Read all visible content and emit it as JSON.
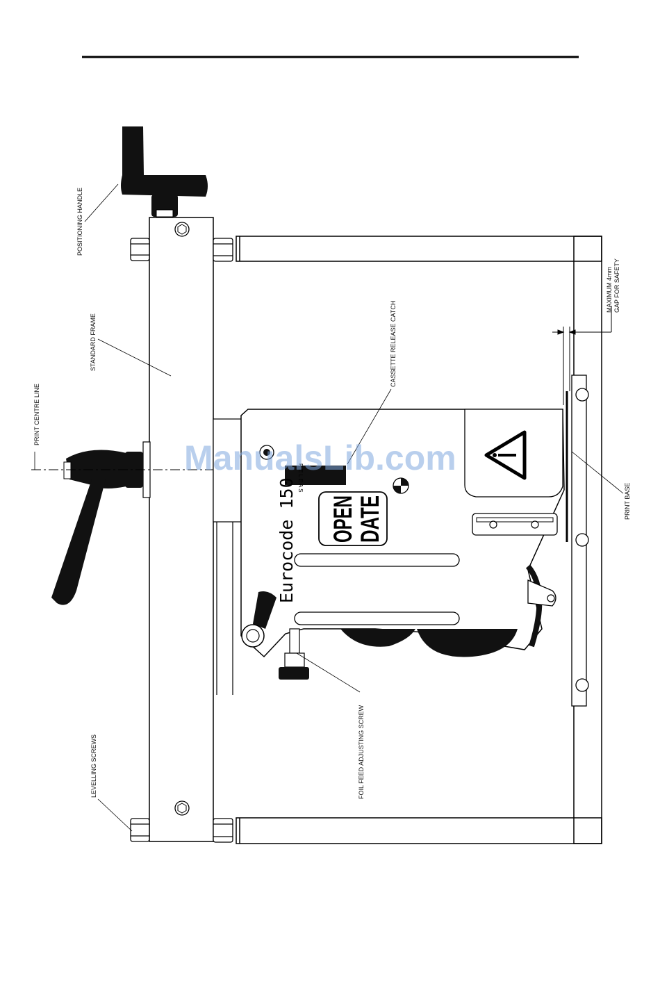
{
  "labels": {
    "positioning_handle": "POSITIONING HANDLE",
    "standard_frame": "STANDARD FRAME",
    "print_centre_line": "PRINT CENTRE LINE",
    "cassette_release_catch": "CASSETTE RELEASE CATCH",
    "max_gap_line1": "MAXIMUM 4mm",
    "max_gap_line2": "GAP FOR SAFETY",
    "print_base": "PRINT BASE",
    "foil_feed_adjusting_screw": "FOIL FEED ADJUSTING SCREW",
    "levelling_screws": "LEVELLING SCREWS"
  },
  "printer": {
    "model": "Eurocode 150",
    "badge_line1": "OPEN",
    "badge_line2": "DATE",
    "release_text": "R E L E A S"
  },
  "watermark": "ManualsLib.com"
}
